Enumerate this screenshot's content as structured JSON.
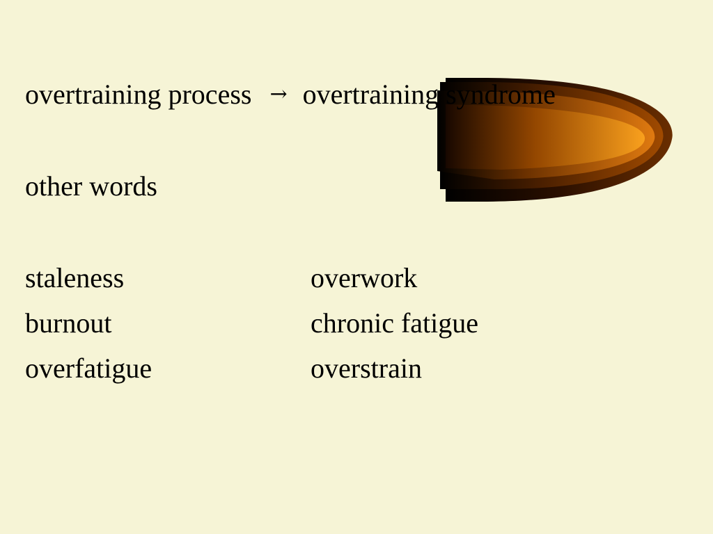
{
  "slide": {
    "title": {
      "left_term": "overtraining process",
      "arrow_symbol": "→",
      "right_term": "overtraining syndrome"
    },
    "subtitle": "other words",
    "terms": {
      "left_column": [
        "staleness",
        "burnout",
        "overfatigue"
      ],
      "right_column": [
        "overwork",
        "chronic fatigue",
        "overstrain"
      ]
    }
  },
  "decoration": {
    "bar_gradient": [
      "#000000",
      "#0a0a55",
      "#5a0050",
      "#9a0a50",
      "#ff7a00",
      "#ffc800"
    ],
    "bullet_colors": [
      "#000000",
      "#3a1500",
      "#8a3c00",
      "#ff9a10"
    ],
    "background_color": "#f6f4d6"
  }
}
